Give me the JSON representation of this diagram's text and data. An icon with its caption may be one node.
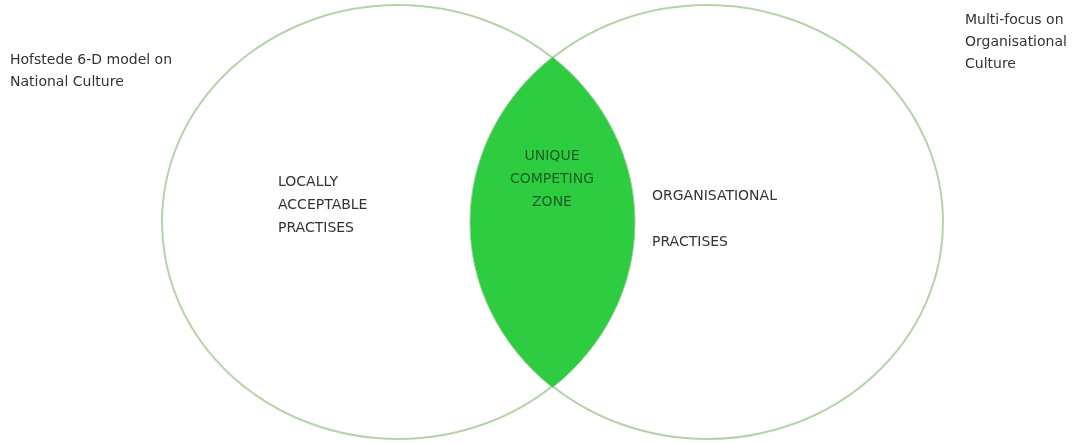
{
  "diagram": {
    "nodes": [
      {
        "text": [
          "LOCALLY ACCEPTABLE PRACTISES"
        ],
        "beside": [
          "Hofstede 6-D model on National Culture"
        ]
      },
      {
        "text": [
          "ORGANISATIONAL PRACTISES"
        ],
        "beside": [
          "Multi-focus on Organisational Culture"
        ]
      },
      {
        "text": [
          "UNIQUE COMPETING ZONE"
        ]
      }
    ]
  }
}
